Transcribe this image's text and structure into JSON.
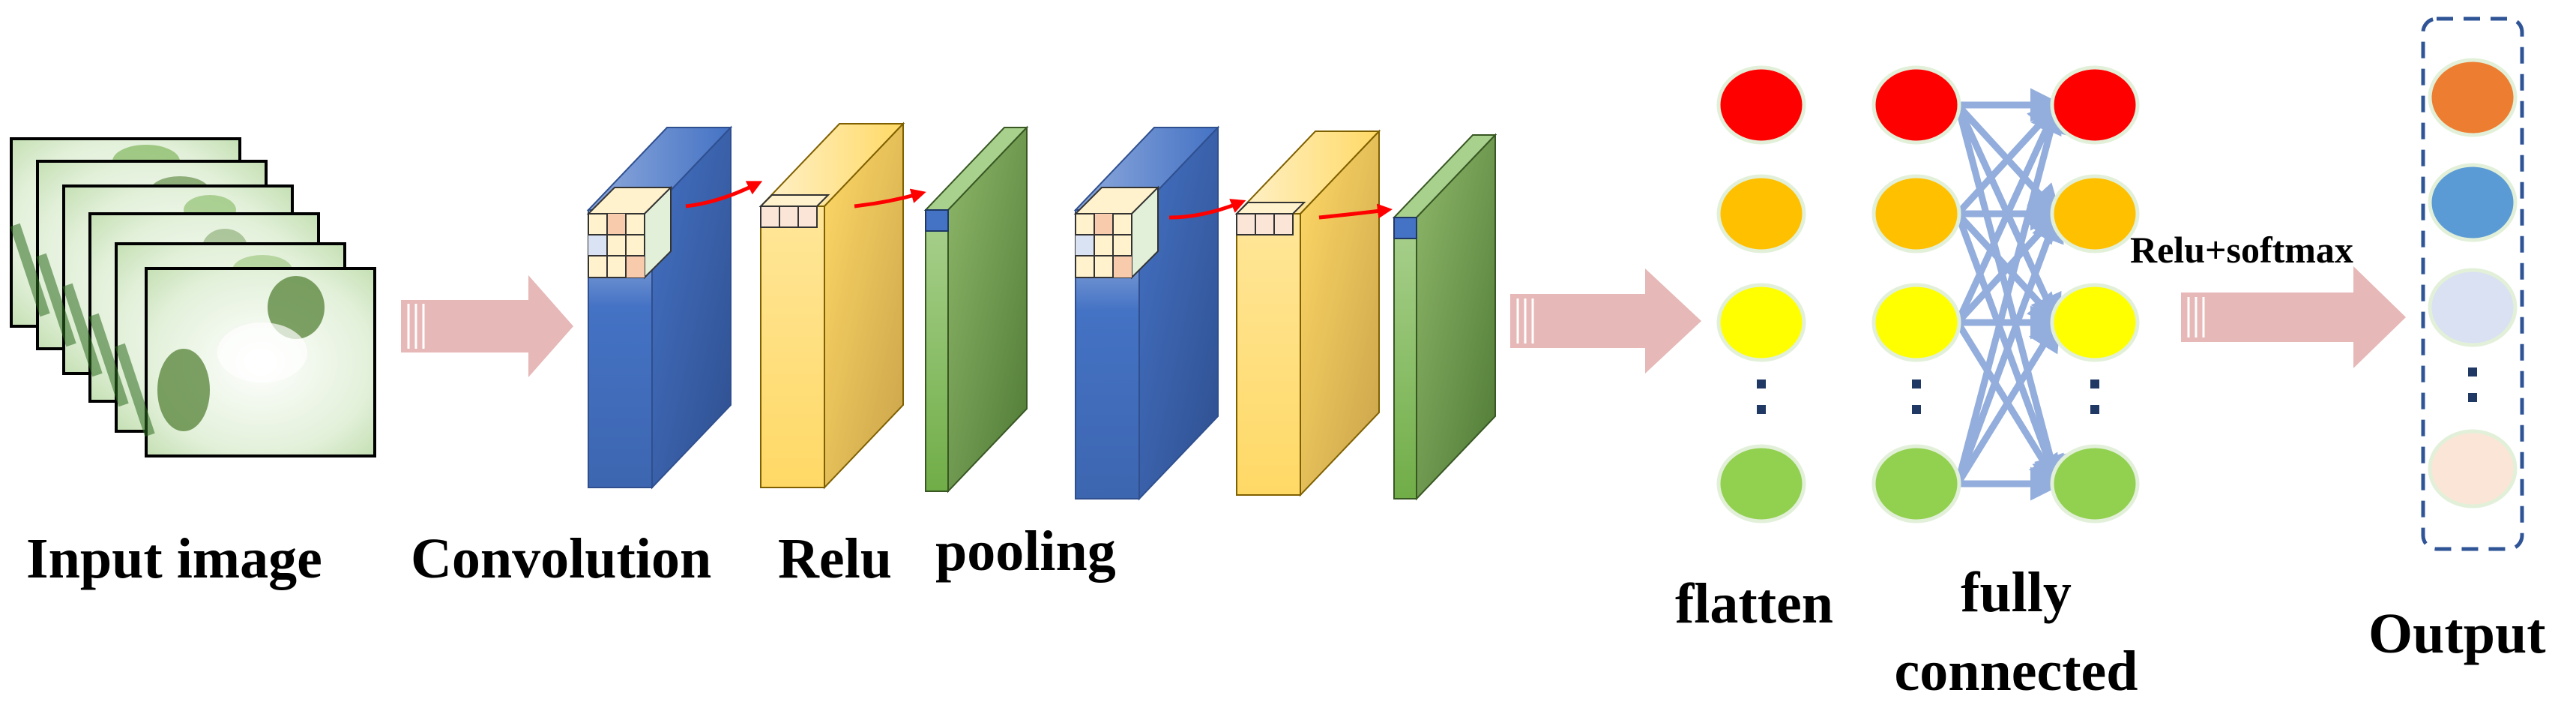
{
  "labels": {
    "input": "Input image",
    "convolution": "Convolution",
    "relu": "Relu",
    "pooling": "pooling",
    "flatten": "flatten",
    "fully_1": "fully",
    "fully_2": "connected",
    "activation": "Relu+softmax",
    "output": "Output"
  },
  "colors": {
    "conv_block": "#4472c4",
    "relu_block": "#ffd966",
    "pool_block": "#70ad47",
    "big_arrow": "#e6b8b7",
    "small_arrow": "#ff0000",
    "connection": "#8eaadb",
    "neuron_red": "#ff0000",
    "neuron_orange": "#ffc000",
    "neuron_yellow": "#ffff00",
    "neuron_green": "#92d050",
    "output_1": "#ed7d31",
    "output_2": "#5b9bd5",
    "output_3": "#d9e1f2",
    "output_4": "#fbe5d6",
    "dashed_border": "#2f5597"
  }
}
